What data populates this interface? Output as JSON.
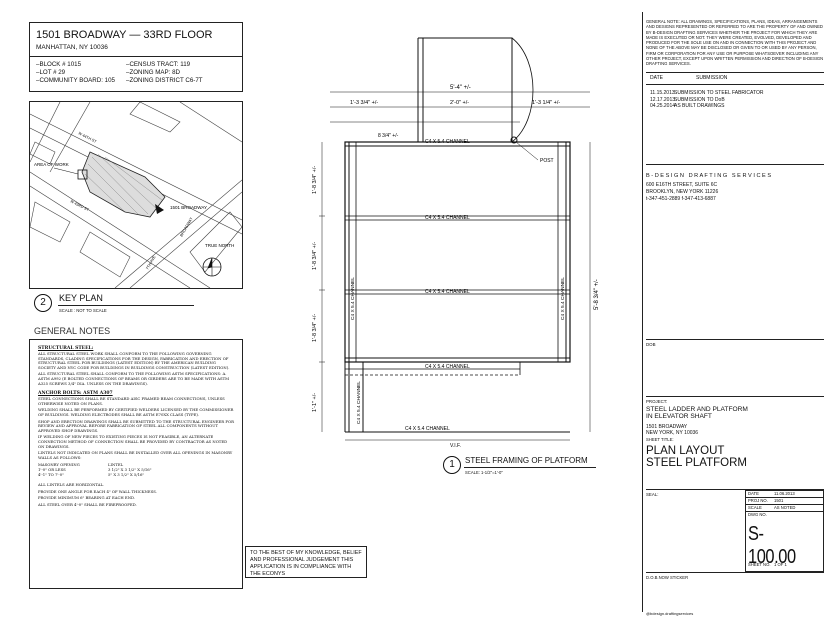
{
  "address_block": {
    "title": "1501 BROADWAY — 33RD FLOOR",
    "subtitle": "MANHATTAN, NY 10036",
    "left_items": [
      "–BLOCK # 1015",
      "–LOT # 29",
      "–COMMUNITY BOARD: 105"
    ],
    "right_items": [
      "–CENSUS TRACT: 119",
      "–ZONING MAP: 8D",
      "–ZONING DISTRICT C6-7T"
    ]
  },
  "key_plan": {
    "number": "2",
    "title": "KEY PLAN",
    "scale": "SCALE : NOT TO SCALE",
    "area_label": "AREA OF WORK",
    "building_label": "1501 BROADWAY",
    "north_label": "TRUE NORTH",
    "streets": [
      "W 44TH ST",
      "W 43RD ST",
      "BROADWAY",
      "7TH AVE"
    ]
  },
  "general_notes": {
    "heading": "GENERAL NOTES",
    "sections": [
      {
        "title": "STRUCTURAL STEEL:",
        "paragraphs": [
          "ALL STRUCTURAL STEEL WORK SHALL CONFORM TO THE FOLLOWING GOVERNING STANDARDS, CLADING SPECIFICATIONS FOR THE DESIGN, FABRICATION AND ERECTION OF STRUCTURAL STEEL FOR BUILDINGS (LATEST EDITION) BY THE AMERICAN BUILDING SOCIETY AND NYC CODE FOR BUILDINGS IN BUILDINGS CONSTRUCTION (LATEST EDITION).",
          "ALL STRUCTURAL STEEL SHALL CONFORM TO THE FOLLOWING ASTM SPECIFICATIONS: A. ASTM A992 (E BOLTED CONNECTIONS OF BEAMS OR GIRDERS ARE TO BE MADE WITH ASTM A325 SCREWS 3/4\" DIA. UNLESS ON THE DRAWINGS)."
        ]
      },
      {
        "title": "ANCHOR BOLTS: ASTM A307",
        "paragraphs": [
          "STEEL CONNECTIONS SHALL BE STANDARD AISC FRAMED BEAM CONNECTIONS, UNLESS OTHERWISE NOTED ON PLANS.",
          "WELDING SHALL BE PERFORMED BY CERTIFIED WELDERS LICENSED BY THE COMMISSIONER OF BUILDINGS. WELDING ELECTRODES SHALL BE ASTM E70XX CLASS (TYPE).",
          "SHOP AND ERECTION DRAWINGS SHALL BE SUBMITTED TO THE STRUCTURAL ENGINEER FOR REVIEW AND APPROVAL BEFORE FABRICATION OF STEEL ALL COMPONENTS WITHOUT APPROVED SHOP DRAWINGS.",
          "IF WELDING OF NEW PIECES TO EXISTING PIECES IS NOT FEASIBLE, AN ALTERNATE CONNECTION METHOD OF CONNECTION SHALL BE PROVIDED BY CONTRACTOR AS NOTED ON DRAWINGS.",
          "LINTELS NOT INDICATED ON PLANS SHALL BE INSTALLED OVER ALL OPENINGS IN MASONRY WALLS AS FOLLOWS:"
        ],
        "table": [
          [
            "MASONRY OPENING",
            "LINTEL"
          ],
          [
            "1'-0\" OR LESS",
            "3 1/2\" X 3 1/2\" X 5/16\""
          ],
          [
            "4'-1\" TO 7'-0\"",
            "5\" X 3 1/2\" X 5/16\""
          ]
        ]
      },
      {
        "title": "",
        "paragraphs": [
          "ALL LINTELS ARE HORIZONTAL.",
          "PROVIDE ONE ANGLE FOR EACH 4\" OF WALL THICKNESS.",
          "PROVIDE MINIMUM 6\" BEARING AT EACH END.",
          "ALL STEEL OVER 4'-0\" SHALL BE FIREPROOFED."
        ]
      }
    ]
  },
  "compliance": {
    "text": "TO THE BEST OF MY KNOWLEDGE, BELIEF AND PROFESSIONAL JUDGEMENT THIS APPLICATION IS IN COMPLIANCE WITH THE ECONYS"
  },
  "drawing": {
    "number": "1",
    "title": "STEEL FRAMING OF PLATFORM",
    "scale": "SCALE: 1-1/2\"=1'-0\"",
    "dims_top": [
      "5'-4\" +/-",
      "1'-3 3/4\" +/-",
      "2'-0\" +/-",
      "1'-3 1/4\" +/-",
      "8 3/4\" +/-"
    ],
    "dims_left": [
      "1'-8 3/4\" +/-",
      "1'-8 3/4\" +/-",
      "1'-8 3/4\" +/-",
      "1'-1\" +/-"
    ],
    "dim_right": "5'-8 3/4\" +/-",
    "channels": [
      "C4 X 5.4 CHANNEL",
      "C4 X 5.4 CHANNEL",
      "C4 X 5.4 CHANNEL",
      "C4 X 5.4 CHANNEL",
      "C4 X 5.4 CHANNEL"
    ],
    "vertical_channels": [
      "C4 X 5.4 CHANNEL",
      "C4 X 5.4 CHANNEL",
      "C4 X 5.4 CHANNEL"
    ],
    "post_label": "POST",
    "vif": "V.I.F."
  },
  "title_block": {
    "general_note": "GENERAL NOTE: ALL DRAWINGS, SPECIFICATIONS, PLANS, IDEAS, ARRANGEMENTS AND DESIGNS REPRESENTED OR REFERRED TO ARE THE PROPERTY OF AND OWNED BY B-DESIGN DRAFTING SERVICES WHETHER THE PROJECT FOR WHICH THEY ARE MADE IS EXECUTED OR NOT. THEY WERE CREATED, EVOLVED, DEVELOPED AND PRODUCED FOR THE SOLE USE ON AND IN CONNECTION WITH THIS PROJECT AND NONE OF THE ABOVE MAY BE DISCLOSED OR GIVEN TO OR USED BY ANY PERSON, FIRM OR CORPORATION FOR ANY USE OR PURPOSE WHATSOEVER INCLUDING ANY OTHER PROJECT, EXCEPT UPON WRITTEN PERMISSION AND DIRECTION OF B-DESIGN DRAFTING SERVICES.",
    "submission_headers": [
      "DATE",
      "SUBMISSION"
    ],
    "submissions": [
      [
        "11.15.2013",
        "SUBMISSION TO STEEL FABRICATOR"
      ],
      [
        "12.17.2013",
        "SUBMISSION TO DoB"
      ],
      [
        "04.25.2014",
        "AS BUILT DRAWINGS"
      ]
    ],
    "company": {
      "name": "B - D E S I G N   D R A F T I N G   S E R V I C E S",
      "address1": "600 E16TH STREET, SUITE 6C",
      "address2": "BROOKLYN, NEW YORK 11226",
      "phones": "t-347-451-2889   f-347-413-6887"
    },
    "dob_label": "DOB",
    "project_label": "PROJECT:",
    "project_name": "STEEL LADDER AND PLATFORM IN ELEVATOR SHAFT",
    "project_address1": "1501 BROADWAY",
    "project_address2": "NEW YORK, NY 10036",
    "sheet_title_label": "SHEET TITLE:",
    "sheet_title1": "PLAN LAYOUT",
    "sheet_title2": "STEEL PLATFORM",
    "seal_label": "SEAL:",
    "info_rows": [
      [
        "DATE",
        "11.06.2013"
      ],
      [
        "PROJ NO.",
        "1501"
      ],
      [
        "SCALE",
        "AS NOTED"
      ],
      [
        "DWG NO.",
        ""
      ]
    ],
    "sheet_number": "S-100.00",
    "sheet_no_label": "SHEET NO.",
    "sheet_no_value": "1 OF 1",
    "dob_sticker": "D.O.B.NOW STICKER",
    "footer": "@bdesign.draftingservices"
  }
}
